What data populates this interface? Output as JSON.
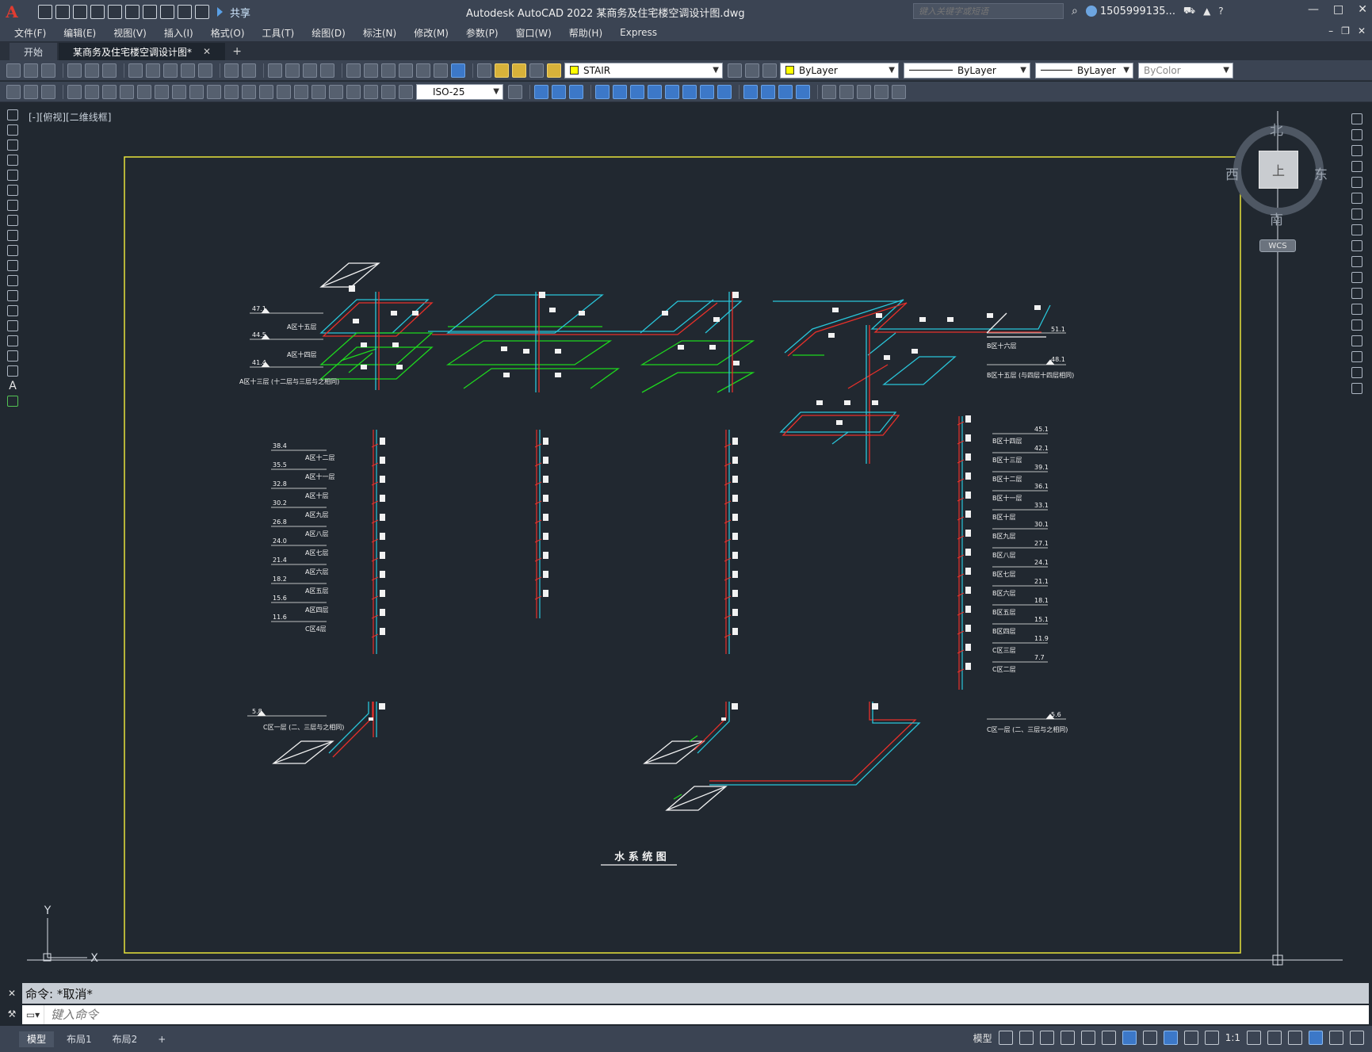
{
  "app": {
    "title": "Autodesk AutoCAD 2022    某商务及住宅楼空调设计图.dwg",
    "share_label": "共享",
    "search_placeholder": "键入关键字或短语",
    "user_name": "1505999135...",
    "window_controls": [
      "—",
      "□",
      "✕"
    ]
  },
  "menu": [
    "文件(F)",
    "编辑(E)",
    "视图(V)",
    "插入(I)",
    "格式(O)",
    "工具(T)",
    "绘图(D)",
    "标注(N)",
    "修改(M)",
    "参数(P)",
    "窗口(W)",
    "帮助(H)",
    "Express"
  ],
  "tabs": [
    {
      "label": "开始",
      "active": false
    },
    {
      "label": "某商务及住宅楼空调设计图*",
      "active": true
    }
  ],
  "toolbar": {
    "layer_value": "STAIR",
    "color_value": "ByLayer",
    "linetype_value": "ByLayer",
    "lineweight_value": "ByLayer",
    "plotstyle_value": "ByColor",
    "dimstyle_value": "ISO-25"
  },
  "viewport": {
    "label": "[-][俯视][二维线框]",
    "viewcube": {
      "north": "北",
      "south": "南",
      "east": "东",
      "west": "西",
      "face": "上",
      "wcs": "WCS"
    }
  },
  "drawing": {
    "title": "水 系 统 图",
    "elev_left_top": [
      "47.1",
      "44.5",
      "41.4"
    ],
    "label_left_top": [
      "A区十五层",
      "A区十四层",
      "A区十三层 (十二层与三层与之相同)"
    ],
    "elev_left_mid": [
      "38.4",
      "35.5",
      "32.8",
      "30.2",
      "26.8",
      "24.0",
      "21.4",
      "18.2",
      "15.6",
      "11.6"
    ],
    "label_left_mid": [
      "A区十二层",
      "A区十一层",
      "A区十层",
      "A区九层",
      "A区八层",
      "A区七层",
      "A区六层",
      "A区五层",
      "A区四层",
      "C区4层"
    ],
    "elev_right_top": [
      "51.1",
      "48.1"
    ],
    "label_right_top": [
      "B区十六层",
      "B区十五层 (与四层十四层相同)"
    ],
    "elev_right_mid": [
      "45.1",
      "42.1",
      "39.1",
      "36.1",
      "33.1",
      "30.1",
      "27.1",
      "24.1",
      "21.1",
      "18.1",
      "15.1",
      "11.9",
      "7.7"
    ],
    "label_right_mid": [
      "B区十四层",
      "B区十三层",
      "B区十二层",
      "B区十一层",
      "B区十层",
      "B区九层",
      "B区八层",
      "B区七层",
      "B区六层",
      "B区五层",
      "B区四层",
      "C区三层",
      "C区二层"
    ],
    "elev_bottom_left": "5.8",
    "label_bottom_left": "C区一层 (二、三层与之相同)",
    "elev_bottom_right": "5.6",
    "label_bottom_right": "C区一层 (二、三层与之相同)",
    "ucs_x": "X",
    "ucs_y": "Y"
  },
  "command": {
    "history": "命令: *取消*",
    "placeholder": "键入命令"
  },
  "status": {
    "layout_tabs": [
      {
        "label": "模型",
        "active": true
      },
      {
        "label": "布局1",
        "active": false
      },
      {
        "label": "布局2",
        "active": false
      }
    ],
    "model_label": "模型",
    "scale": "1:1"
  },
  "colors": {
    "cyan": "#29c5d9",
    "red": "#e8302a",
    "green": "#1ed81e",
    "white": "#f2f2f2",
    "yellow": "#e8e23a"
  }
}
